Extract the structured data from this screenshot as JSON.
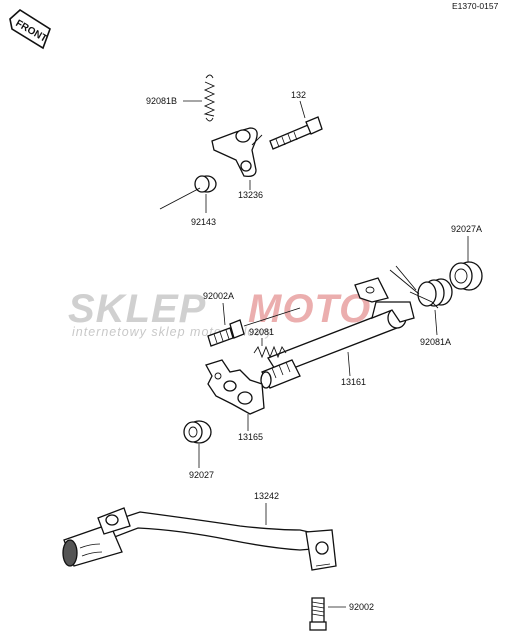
{
  "diagram": {
    "reference_code": "E1370-0157",
    "front_label": "FRONT",
    "watermark": {
      "brand_left": "SKLEP",
      "brand_right": "MOTO",
      "tagline": "internetowy sklep motocyklowy",
      "left_color": "#c8c8c8",
      "right_color": "#e8a0a0"
    },
    "parts": [
      {
        "id": "p-92081B",
        "label": "92081B"
      },
      {
        "id": "p-132",
        "label": "132"
      },
      {
        "id": "p-13236",
        "label": "13236"
      },
      {
        "id": "p-92143",
        "label": "92143"
      },
      {
        "id": "p-92027A",
        "label": "92027A"
      },
      {
        "id": "p-92002A",
        "label": "92002A"
      },
      {
        "id": "p-92081",
        "label": "92081"
      },
      {
        "id": "p-92081A",
        "label": "92081A"
      },
      {
        "id": "p-13161",
        "label": "13161"
      },
      {
        "id": "p-13165",
        "label": "13165"
      },
      {
        "id": "p-92027",
        "label": "92027"
      },
      {
        "id": "p-13242",
        "label": "13242"
      },
      {
        "id": "p-92002",
        "label": "92002"
      }
    ]
  }
}
